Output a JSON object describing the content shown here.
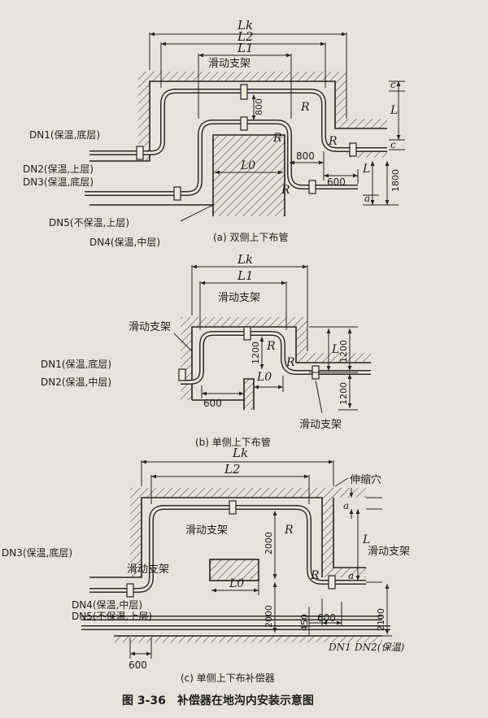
{
  "fig_a": {
    "caption": "(a) 双侧上下布管",
    "dims": {
      "Lk": "Lk",
      "L2": "L2",
      "L1": "L1",
      "L0": "L0",
      "L": "L",
      "c": "c",
      "a": "a",
      "R": "R",
      "d800v": "800",
      "d800h": "800",
      "d600": "600",
      "d1800": "1800"
    },
    "labels": {
      "support": "滑动支架",
      "dn1": "DN1(保温,底层)",
      "dn2": "DN2(保温,上层)",
      "dn3": "DN3(保温,底层)",
      "dn5": "DN5(不保温,上层)",
      "dn4": "DN4(保温,中层)"
    }
  },
  "fig_b": {
    "caption": "(b) 单侧上下布管",
    "dims": {
      "Lk": "Lk",
      "L1": "L1",
      "L0": "L0",
      "L": "L",
      "R": "R",
      "d1200a": "1200",
      "d1200b": "1200",
      "d600": "600"
    },
    "labels": {
      "support_top": "滑动支架",
      "support_left": "滑动支架",
      "support_bottom": "滑动支架",
      "dn1": "DN1(保温,底层)",
      "dn2": "DN2(保温,中层)"
    }
  },
  "fig_c": {
    "caption": "(c) 单侧上下布补偿器",
    "dims": {
      "Lk": "Lk",
      "L2": "L2",
      "L0": "L0",
      "L": "L",
      "a1": "a",
      "a2": "a",
      "R": "R",
      "d2000a": "2000",
      "d2000b": "2000",
      "d450": "450",
      "d600a": "600",
      "d2100": "2100",
      "d600b": "600"
    },
    "labels": {
      "niche": "伸缩穴",
      "support_left": "滑动支架",
      "support_mid": "滑动支架",
      "support_right": "滑动支架",
      "dn3": "DN3(保温,底层)",
      "dn4": "DN4(保温,中层)",
      "dn5": "DN5(不保温,上层)",
      "dn1": "DN1",
      "dn2": "DN2(保温)"
    }
  },
  "figure_caption": "图 3-36　补偿器在地沟内安装示意图"
}
